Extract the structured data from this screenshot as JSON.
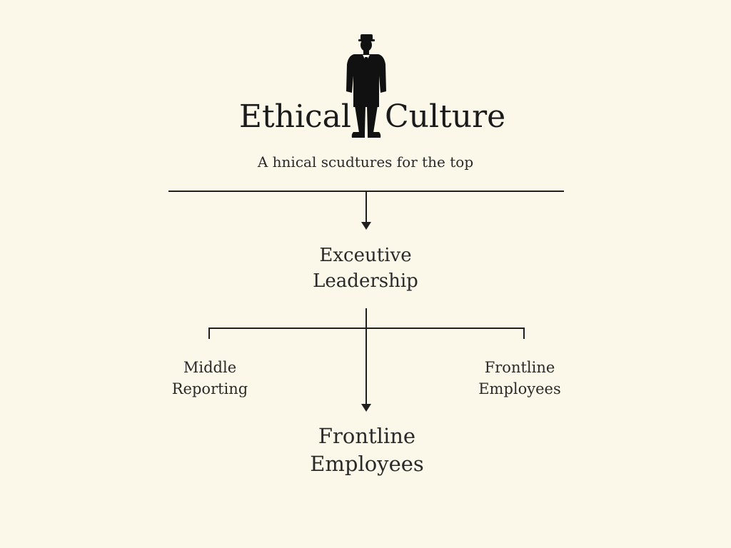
{
  "title": {
    "part1": "Ethical",
    "part2": "Culture"
  },
  "subtitle": "A hnical scudtures for the top",
  "nodes": {
    "executive": {
      "line1": "Exceutive",
      "line2": "Leadership"
    },
    "middle": {
      "line1": "Middle",
      "line2": "Reporting"
    },
    "frontline_right": {
      "line1": "Frontline",
      "line2": "Employees"
    },
    "frontline_bottom": {
      "line1": "Frontline",
      "line2": "Employees"
    }
  },
  "colors": {
    "background": "#fbf8ea",
    "ink": "#1f1f1f"
  },
  "icons": {
    "figure": "businessman-silhouette-icon"
  }
}
